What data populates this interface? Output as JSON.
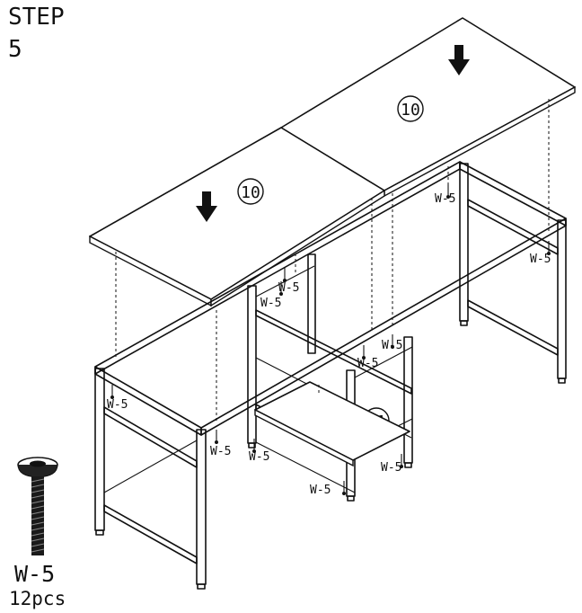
{
  "step": {
    "word": "STEP",
    "number": "5"
  },
  "parts": {
    "desktop_left": "10",
    "desktop_right": "10",
    "shelf": "11"
  },
  "screw_label": "W-5",
  "screw": {
    "name": "W-5",
    "quantity": "12pcs"
  }
}
